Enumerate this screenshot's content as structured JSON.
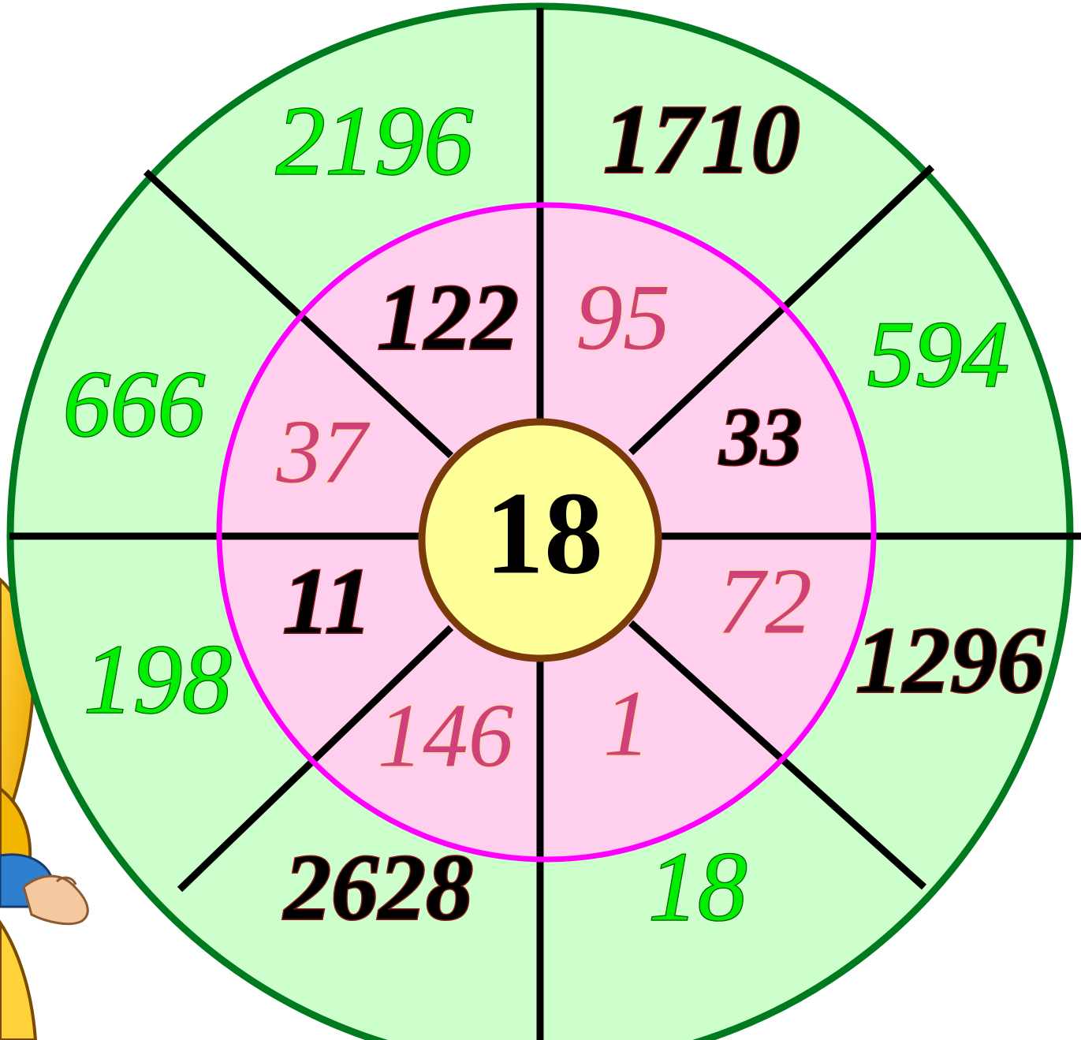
{
  "center": {
    "value": "18"
  },
  "inner_ring": [
    {
      "value": "95",
      "style": "pink"
    },
    {
      "value": "33",
      "style": "black"
    },
    {
      "value": "72",
      "style": "pink"
    },
    {
      "value": "1",
      "style": "pink"
    },
    {
      "value": "146",
      "style": "pink"
    },
    {
      "value": "11",
      "style": "black"
    },
    {
      "value": "37",
      "style": "pink"
    },
    {
      "value": "122",
      "style": "black"
    }
  ],
  "outer_ring": [
    {
      "value": "1710",
      "style": "black"
    },
    {
      "value": "594",
      "style": "green"
    },
    {
      "value": "1296",
      "style": "black"
    },
    {
      "value": "18",
      "style": "green"
    },
    {
      "value": "2628",
      "style": "black"
    },
    {
      "value": "198",
      "style": "green"
    },
    {
      "value": "666",
      "style": "green"
    },
    {
      "value": "2196",
      "style": "green"
    }
  ],
  "colors": {
    "outer_fill": "#ccffcc",
    "outer_border": "#007a1e",
    "inner_fill": "#ffd0ee",
    "inner_border": "#ff00ff",
    "center_fill": "#ffff99",
    "center_border": "#7a3a0a",
    "divider": "#000000",
    "text_green": "#00ee00",
    "text_pink": "#d0407a",
    "text_black": "#000000",
    "text_center": "#000000"
  },
  "decoration": {
    "partial_cartoon_icon": "cartoon-character-icon"
  }
}
